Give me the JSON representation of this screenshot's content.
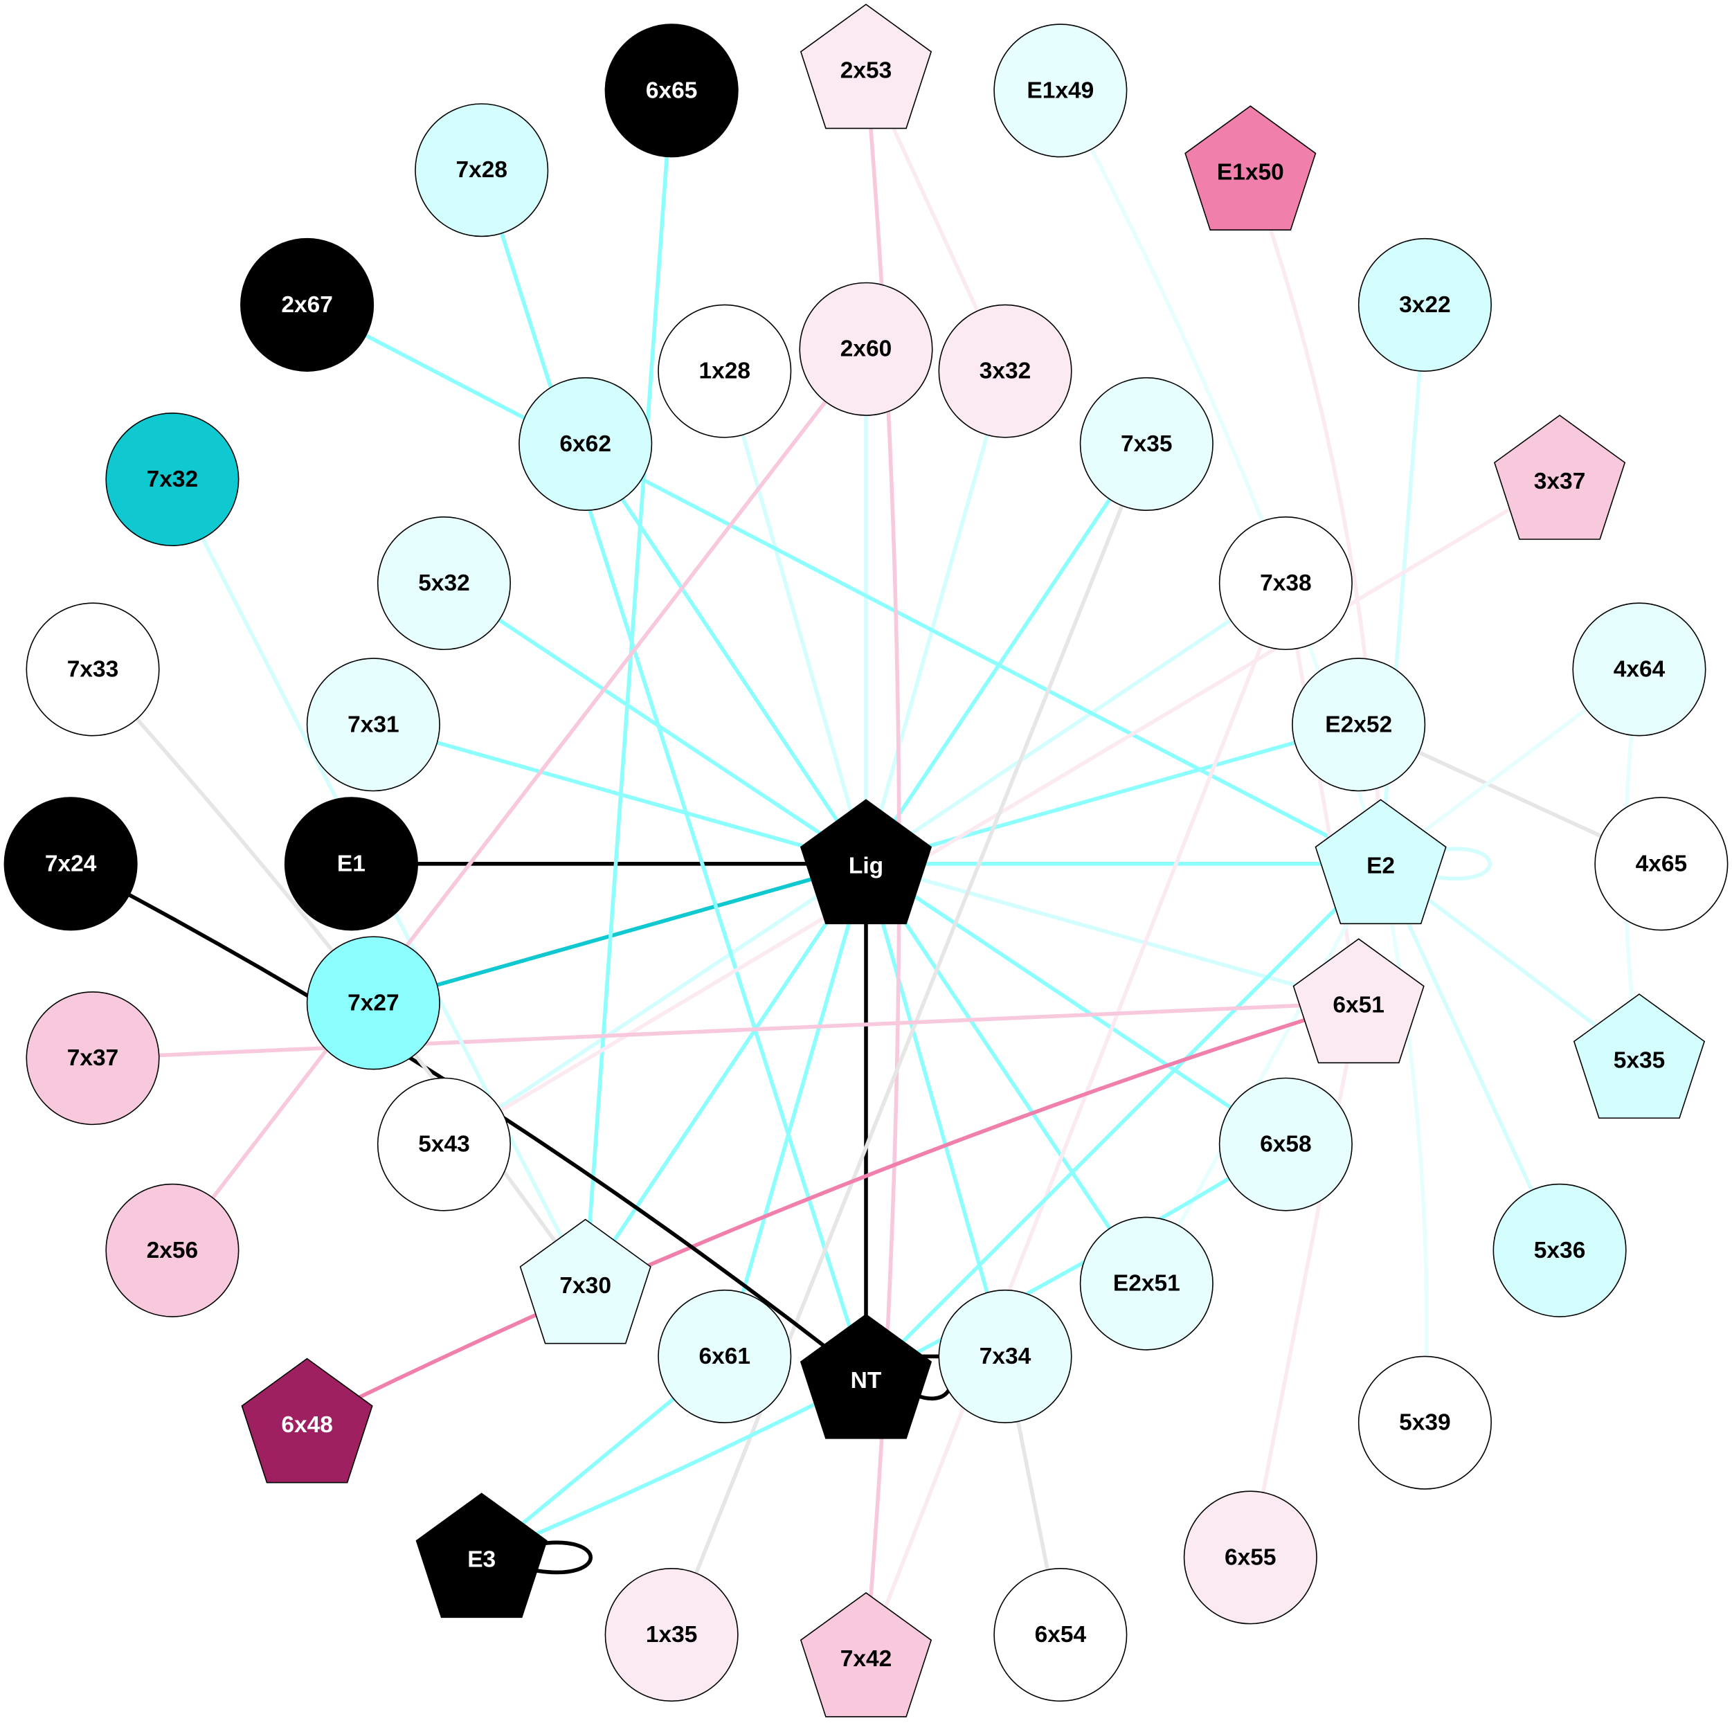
{
  "nodes": [
    {
      "id": "6x65",
      "shape": "circle",
      "fill": "#000000",
      "text": "#ffffff"
    },
    {
      "id": "2x53",
      "shape": "pentagon",
      "fill": "#fbeaf2",
      "text": "#000000"
    },
    {
      "id": "E1x49",
      "shape": "circle",
      "fill": "#e6fefe",
      "text": "#000000"
    },
    {
      "id": "7x28",
      "shape": "circle",
      "fill": "#d4fefe",
      "text": "#000000"
    },
    {
      "id": "E1x50",
      "shape": "pentagon",
      "fill": "#f07fac",
      "text": "#000000"
    },
    {
      "id": "2x67",
      "shape": "circle",
      "fill": "#000000",
      "text": "#ffffff"
    },
    {
      "id": "3x22",
      "shape": "circle",
      "fill": "#d4fefe",
      "text": "#000000"
    },
    {
      "id": "1x28",
      "shape": "circle",
      "fill": "#ffffff",
      "text": "#000000"
    },
    {
      "id": "2x60",
      "shape": "circle",
      "fill": "#fbeaf2",
      "text": "#000000"
    },
    {
      "id": "3x32",
      "shape": "circle",
      "fill": "#fbeaf2",
      "text": "#000000"
    },
    {
      "id": "6x62",
      "shape": "circle",
      "fill": "#d4fefe",
      "text": "#000000"
    },
    {
      "id": "7x35",
      "shape": "circle",
      "fill": "#e6fefe",
      "text": "#000000"
    },
    {
      "id": "7x32",
      "shape": "circle",
      "fill": "#10c8d0",
      "text": "#000000"
    },
    {
      "id": "3x37",
      "shape": "pentagon",
      "fill": "#f8c8dc",
      "text": "#000000"
    },
    {
      "id": "5x32",
      "shape": "circle",
      "fill": "#e6fefe",
      "text": "#000000"
    },
    {
      "id": "7x38",
      "shape": "circle",
      "fill": "#ffffff",
      "text": "#000000"
    },
    {
      "id": "7x33",
      "shape": "circle",
      "fill": "#ffffff",
      "text": "#000000"
    },
    {
      "id": "4x64",
      "shape": "circle",
      "fill": "#e6fefe",
      "text": "#000000"
    },
    {
      "id": "7x31",
      "shape": "circle",
      "fill": "#e6fefe",
      "text": "#000000"
    },
    {
      "id": "E2x52",
      "shape": "circle",
      "fill": "#e6fefe",
      "text": "#000000"
    },
    {
      "id": "7x24",
      "shape": "circle",
      "fill": "#000000",
      "text": "#ffffff"
    },
    {
      "id": "E1",
      "shape": "circle",
      "fill": "#000000",
      "text": "#ffffff"
    },
    {
      "id": "Lig",
      "shape": "pentagon",
      "fill": "#000000",
      "text": "#ffffff"
    },
    {
      "id": "E2",
      "shape": "pentagon",
      "fill": "#d4fefe",
      "text": "#000000"
    },
    {
      "id": "4x65",
      "shape": "circle",
      "fill": "#ffffff",
      "text": "#000000"
    },
    {
      "id": "7x27",
      "shape": "circle",
      "fill": "#8dfefe",
      "text": "#000000"
    },
    {
      "id": "6x51",
      "shape": "pentagon",
      "fill": "#fbeaf2",
      "text": "#000000"
    },
    {
      "id": "7x37",
      "shape": "circle",
      "fill": "#f8c8dc",
      "text": "#000000"
    },
    {
      "id": "5x35",
      "shape": "pentagon",
      "fill": "#d4fefe",
      "text": "#000000"
    },
    {
      "id": "5x43",
      "shape": "circle",
      "fill": "#ffffff",
      "text": "#000000"
    },
    {
      "id": "6x58",
      "shape": "circle",
      "fill": "#e6fefe",
      "text": "#000000"
    },
    {
      "id": "2x56",
      "shape": "circle",
      "fill": "#f8c8dc",
      "text": "#000000"
    },
    {
      "id": "5x36",
      "shape": "circle",
      "fill": "#d4fefe",
      "text": "#000000"
    },
    {
      "id": "7x30",
      "shape": "pentagon",
      "fill": "#e6fefe",
      "text": "#000000"
    },
    {
      "id": "E2x51",
      "shape": "circle",
      "fill": "#e6fefe",
      "text": "#000000"
    },
    {
      "id": "6x61",
      "shape": "circle",
      "fill": "#e6fefe",
      "text": "#000000"
    },
    {
      "id": "NT",
      "shape": "pentagon",
      "fill": "#000000",
      "text": "#ffffff"
    },
    {
      "id": "7x34",
      "shape": "circle",
      "fill": "#e6fefe",
      "text": "#000000"
    },
    {
      "id": "6x48",
      "shape": "pentagon",
      "fill": "#9e2060",
      "text": "#ffffff"
    },
    {
      "id": "5x39",
      "shape": "circle",
      "fill": "#ffffff",
      "text": "#000000"
    },
    {
      "id": "E3",
      "shape": "pentagon",
      "fill": "#000000",
      "text": "#ffffff"
    },
    {
      "id": "6x55",
      "shape": "circle",
      "fill": "#fbeaf2",
      "text": "#000000"
    },
    {
      "id": "1x35",
      "shape": "circle",
      "fill": "#fbeaf2",
      "text": "#000000"
    },
    {
      "id": "7x42",
      "shape": "pentagon",
      "fill": "#f8c8dc",
      "text": "#000000"
    },
    {
      "id": "6x54",
      "shape": "circle",
      "fill": "#ffffff",
      "text": "#000000"
    }
  ],
  "edges": [
    {
      "source": "Lig",
      "target": "E1",
      "color": "#000000"
    },
    {
      "source": "Lig",
      "target": "NT",
      "color": "#000000"
    },
    {
      "source": "Lig",
      "target": "7x27",
      "color": "#10c8d0"
    },
    {
      "source": "Lig",
      "target": "E2",
      "color": "#8dfefe"
    },
    {
      "source": "Lig",
      "target": "E2x52",
      "color": "#8dfefe"
    },
    {
      "source": "Lig",
      "target": "7x35",
      "color": "#8dfefe"
    },
    {
      "source": "Lig",
      "target": "6x62",
      "color": "#8dfefe"
    },
    {
      "source": "Lig",
      "target": "5x32",
      "color": "#8dfefe"
    },
    {
      "source": "Lig",
      "target": "7x31",
      "color": "#8dfefe"
    },
    {
      "source": "Lig",
      "target": "7x30",
      "color": "#8dfefe"
    },
    {
      "source": "Lig",
      "target": "6x61",
      "color": "#8dfefe"
    },
    {
      "source": "Lig",
      "target": "7x34",
      "color": "#8dfefe"
    },
    {
      "source": "Lig",
      "target": "E2x51",
      "color": "#8dfefe"
    },
    {
      "source": "Lig",
      "target": "6x58",
      "color": "#8dfefe"
    },
    {
      "source": "Lig",
      "target": "1x28",
      "color": "#d4fefe"
    },
    {
      "source": "Lig",
      "target": "2x60",
      "color": "#d4fefe"
    },
    {
      "source": "Lig",
      "target": "3x32",
      "color": "#d4fefe"
    },
    {
      "source": "Lig",
      "target": "7x38",
      "color": "#d4fefe"
    },
    {
      "source": "Lig",
      "target": "6x51",
      "color": "#d4fefe"
    },
    {
      "source": "Lig",
      "target": "5x43",
      "color": "#d4fefe"
    },
    {
      "source": "2x67",
      "target": "E2",
      "color": "#8dfefe"
    },
    {
      "source": "7x28",
      "target": "NT",
      "color": "#8dfefe"
    },
    {
      "source": "6x65",
      "target": "7x30",
      "color": "#8dfefe"
    },
    {
      "source": "2x53",
      "target": "7x42",
      "color": "#f8c8dc"
    },
    {
      "source": "2x53",
      "target": "3x32",
      "color": "#fbeaf2"
    },
    {
      "source": "E1x49",
      "target": "E2",
      "color": "#e6fefe"
    },
    {
      "source": "E1x50",
      "target": "E2",
      "color": "#fbeaf2"
    },
    {
      "source": "3x22",
      "target": "E2",
      "color": "#d4fefe"
    },
    {
      "source": "3x37",
      "target": "5x43",
      "color": "#fbeaf2"
    },
    {
      "source": "7x35",
      "target": "1x35",
      "color": "#e6e6e6"
    },
    {
      "source": "7x38",
      "target": "6x51",
      "color": "#fbeaf2"
    },
    {
      "source": "7x38",
      "target": "7x42",
      "color": "#fbeaf2"
    },
    {
      "source": "E2x52",
      "target": "4x65",
      "color": "#e6e6e6"
    },
    {
      "source": "4x64",
      "target": "E2",
      "color": "#e6fefe"
    },
    {
      "source": "4x64",
      "target": "5x35",
      "color": "#e6fefe"
    },
    {
      "source": "E2",
      "target": "E2",
      "color": "#d4fefe"
    },
    {
      "source": "E2",
      "target": "5x35",
      "color": "#d4fefe"
    },
    {
      "source": "E2",
      "target": "5x36",
      "color": "#d4fefe"
    },
    {
      "source": "E2",
      "target": "5x39",
      "color": "#e6fefe"
    },
    {
      "source": "E2",
      "target": "NT",
      "color": "#8dfefe"
    },
    {
      "source": "E2",
      "target": "E2x51",
      "color": "#e6fefe"
    },
    {
      "source": "6x51",
      "target": "7x37",
      "color": "#f8c8dc"
    },
    {
      "source": "6x51",
      "target": "6x48",
      "color": "#f07fac"
    },
    {
      "source": "6x51",
      "target": "6x55",
      "color": "#fbeaf2"
    },
    {
      "source": "6x58",
      "target": "E3",
      "color": "#8dfefe"
    },
    {
      "source": "6x61",
      "target": "E3",
      "color": "#8dfefe"
    },
    {
      "source": "E3",
      "target": "E3",
      "color": "#000000"
    },
    {
      "source": "NT",
      "target": "7x34",
      "color": "#000000"
    },
    {
      "source": "7x24",
      "target": "NT",
      "color": "#000000"
    },
    {
      "source": "7x33",
      "target": "7x30",
      "color": "#e6e6e6"
    },
    {
      "source": "7x32",
      "target": "7x30",
      "color": "#d4fefe"
    },
    {
      "source": "2x60",
      "target": "2x56",
      "color": "#f8c8dc"
    },
    {
      "source": "7x34",
      "target": "6x54",
      "color": "#e6e6e6"
    }
  ]
}
